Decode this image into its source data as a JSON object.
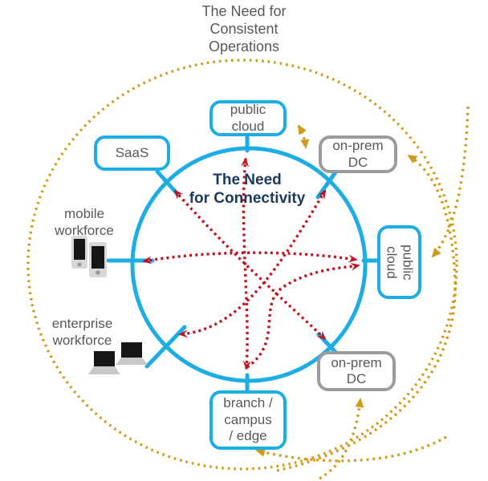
{
  "title": "The Need for\nConsistent\nOperations",
  "center_label": "The Need\nfor Connectivity",
  "nodes": {
    "public_cloud_top": "public\ncloud",
    "saas": "SaaS",
    "onprem_dc_top": "on-prem\nDC",
    "public_cloud_right": "public\ncloud",
    "onprem_dc_bottom": "on-prem\nDC",
    "branch": "branch /\ncampus\n/ edge"
  },
  "labels": {
    "mobile_workforce": "mobile\nworkforce",
    "enterprise_workforce": "enterprise\nworkforce"
  },
  "icons": {
    "mobile": "smartphone-icon",
    "enterprise": "laptop-icon"
  },
  "colors": {
    "cyan": "#1bade4",
    "gray_border": "#9c9c9c",
    "red_arrows": "#bf121f",
    "gold_arrows": "#d09b1b",
    "text_gray": "#58585a",
    "navy_center_text": "#1c3a60"
  }
}
